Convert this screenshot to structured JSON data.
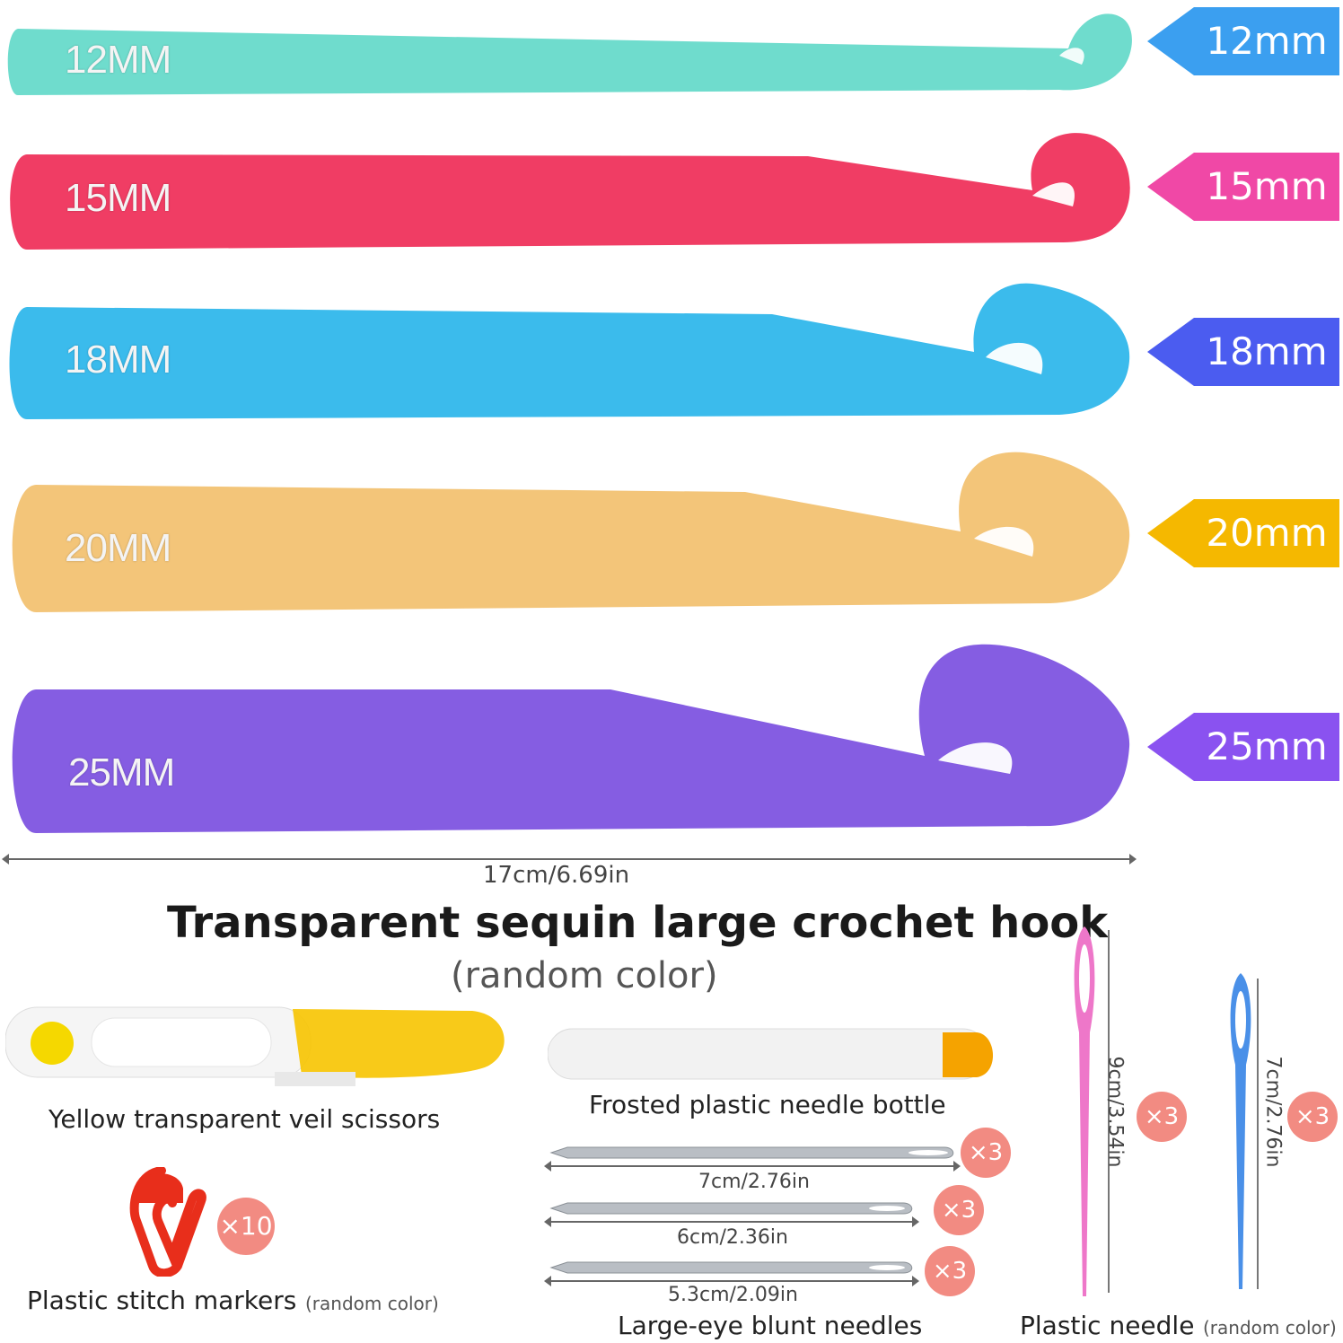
{
  "hooks": [
    {
      "engraving": "12MM",
      "tag": "12mm",
      "color": "#5fd8c8",
      "tag_color": "#3b9ff0"
    },
    {
      "engraving": "15MM",
      "tag": "15mm",
      "color": "#ef2c57",
      "tag_color": "#f048a6"
    },
    {
      "engraving": "18MM",
      "tag": "18mm",
      "color": "#2ab5ea",
      "tag_color": "#4b5cf0"
    },
    {
      "engraving": "20MM",
      "tag": "20mm",
      "color": "#f2c06e",
      "tag_color": "#f5b800"
    },
    {
      "engraving": "25MM",
      "tag": "25mm",
      "color": "#7b4fe0",
      "tag_color": "#8a52f0"
    }
  ],
  "hook_length": "17cm/6.69in",
  "title": "Transparent sequin large crochet hook",
  "subtitle": "(random color)",
  "scissors": {
    "label": "Yellow transparent veil scissors"
  },
  "bottle": {
    "label": "Frosted plastic needle bottle"
  },
  "stitch_markers": {
    "label": "Plastic stitch markers",
    "note": "(random color)",
    "qty": "×10"
  },
  "blunt_needles": {
    "label": "Large-eye blunt needles",
    "items": [
      {
        "size": "7cm/2.76in",
        "qty": "×3"
      },
      {
        "size": "6cm/2.36in",
        "qty": "×3"
      },
      {
        "size": "5.3cm/2.09in",
        "qty": "×3"
      }
    ]
  },
  "plastic_needles": {
    "label": "Plastic needle",
    "note": "(random color)",
    "items": [
      {
        "size": "9cm/3.54in",
        "qty": "×3",
        "color": "#ee77c9"
      },
      {
        "size": "7cm/2.76in",
        "qty": "×3",
        "color": "#4a90e8"
      }
    ]
  }
}
